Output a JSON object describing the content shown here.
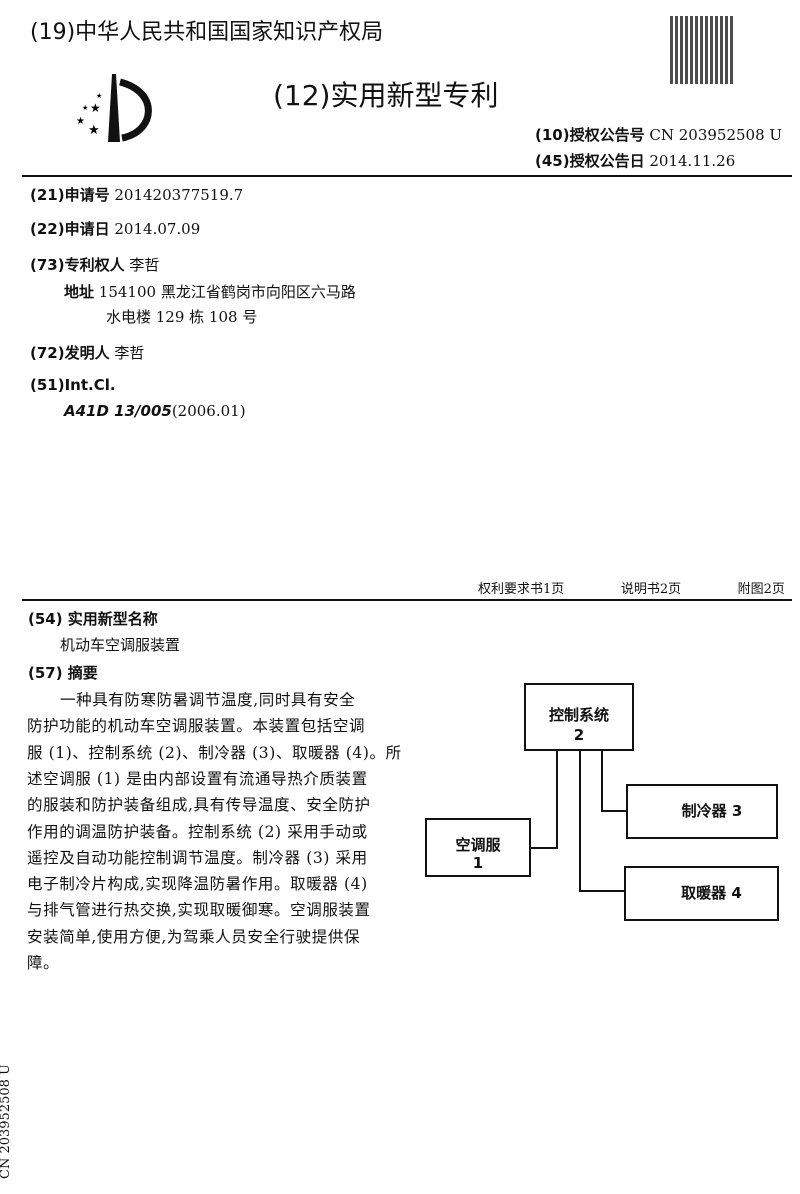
{
  "header": {
    "office": "(19)中华人民共和国国家知识产权局",
    "kind": "(12)实用新型专利",
    "pub_no_label": "(10)授权公告号",
    "pub_no": "CN 203952508 U",
    "pub_date_label": "(45)授权公告日",
    "pub_date": "2014.11.26"
  },
  "biblio": {
    "app_no_label": "(21)申请号",
    "app_no": "201420377519.7",
    "app_date_label": "(22)申请日",
    "app_date": "2014.07.09",
    "owner_label": "(73)专利权人",
    "owner": "李哲",
    "address_label": "地址",
    "address_line1": "154100 黑龙江省鹤岗市向阳区六马路",
    "address_line2": "水电楼 129 栋 108 号",
    "inventor_label": "(72)发明人",
    "inventor": "李哲",
    "ipc_label": "(51)Int.Cl.",
    "ipc_code": "A41D 13/005",
    "ipc_version": "(2006.01)"
  },
  "pages": {
    "claims": "权利要求书1页",
    "description": "说明书2页",
    "drawings": "附图2页"
  },
  "title_label": "(54) 实用新型名称",
  "title": "机动车空调服装置",
  "abstract_label": "(57) 摘要",
  "abstract_lines": [
    "一种具有防寒防暑调节温度,同时具有安全",
    "防护功能的机动车空调服装置。本装置包括空调",
    "服 (1)、控制系统 (2)、制冷器 (3)、取暖器 (4)。所",
    "述空调服 (1) 是由内部设置有流通导热介质装置",
    "的服装和防护装备组成,具有传导温度、安全防护",
    "作用的调温防护装备。控制系统 (2) 采用手动或",
    "遥控及自动功能控制调节温度。制冷器 (3) 采用",
    "电子制冷片构成,实现降温防暑作用。取暖器 (4)",
    "与排气管进行热交换,实现取暖御寒。空调服装置",
    "安装简单,使用方便,为驾乘人员安全行驶提供保",
    "障。"
  ],
  "diagram": {
    "control": "控制系统",
    "control_no": "2",
    "suit": "空调服",
    "suit_no": "1",
    "cooler": "制冷器   3",
    "heater": "取暖器   4"
  },
  "side_text": "CN 203952508 U"
}
